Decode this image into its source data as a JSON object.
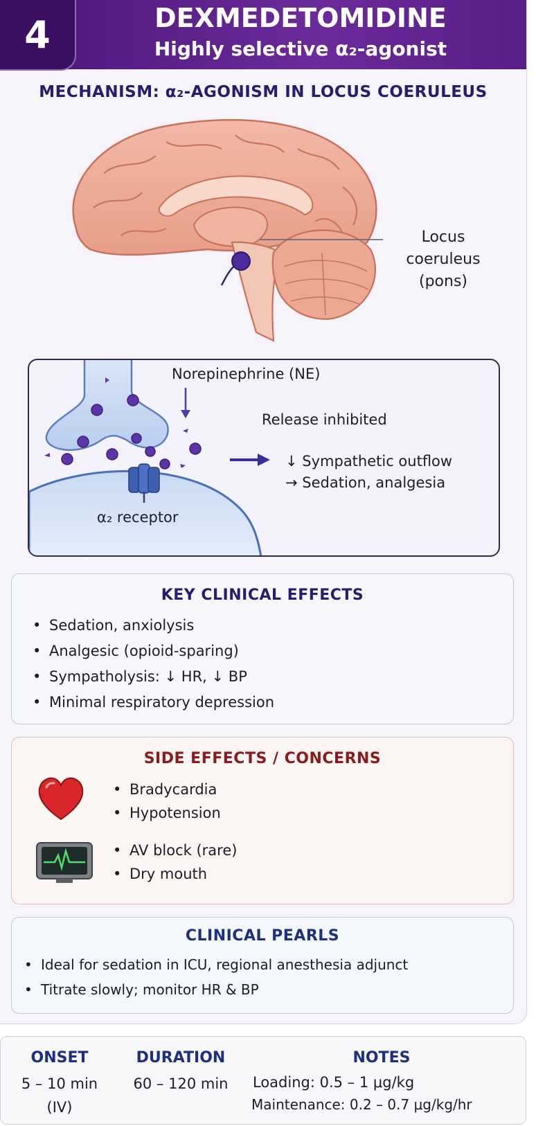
{
  "header": {
    "number": "4",
    "title": "DEXMEDETOMIDINE",
    "subtitle": "Highly selective α₂-agonist"
  },
  "mechanism": {
    "heading": "MECHANISM: α₂-AGONISM IN LOCUS COERULEUS",
    "locus_label": [
      "Locus",
      "coeruleus",
      "(pons)"
    ]
  },
  "synapse": {
    "ne_label": "Norepinephrine (NE)",
    "release_label": "Release inhibited",
    "receptor_label": "α₂ receptor",
    "effect_1": "↓ Sympathetic outflow",
    "effect_2": "→ Sedation, analgesia"
  },
  "key_effects": {
    "title": "KEY CLINICAL EFFECTS",
    "items": [
      "Sedation, anxiolysis",
      "Analgesic (opioid-sparing)",
      "Sympatholysis: ↓ HR, ↓ BP",
      "Minimal respiratory depression"
    ]
  },
  "side_effects": {
    "title": "SIDE EFFECTS / CONCERNS",
    "group_1": [
      "Bradycardia",
      "Hypotension"
    ],
    "group_2": [
      "AV block (rare)",
      "Dry mouth"
    ]
  },
  "pearls": {
    "title": "CLINICAL PEARLS",
    "items": [
      "Ideal for sedation in ICU, regional anesthesia adjunct",
      "Titrate slowly; monitor HR & BP"
    ]
  },
  "footer": {
    "onset_label": "ONSET",
    "onset_value_1": "5 – 10 min",
    "onset_value_2": "(IV)",
    "duration_label": "DURATION",
    "duration_value": "60 – 120 min",
    "notes_label": "NOTES",
    "notes_1": "Loading: 0.5 – 1 μg/kg",
    "notes_2": "Maintenance: 0.2 – 0.7 μg/kg/hr"
  },
  "colors": {
    "header": "#5a1d86",
    "heading_purple": "#2a1a72",
    "effects_title": "#2a1a72",
    "side_title": "#8b1a1a",
    "pearls_title": "#1d2f80",
    "vesicle": "#5e35a8"
  }
}
